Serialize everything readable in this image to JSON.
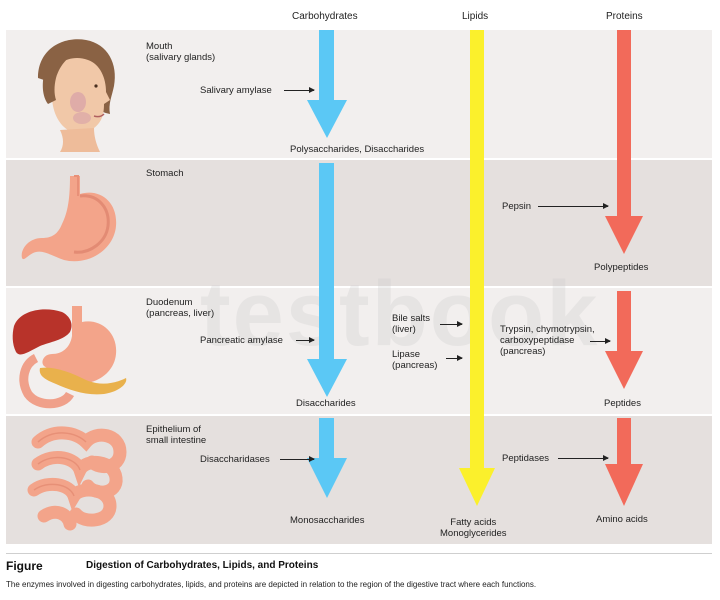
{
  "columns": {
    "carbohydrates": "Carbohydrates",
    "lipids": "Lipids",
    "proteins": "Proteins"
  },
  "watermark": "testbook",
  "rows": {
    "mouth": {
      "region": "Mouth\n(salivary glands)",
      "carb_enzyme": "Salivary amylase",
      "carb_product": "Polysaccharides, Disaccharides"
    },
    "stomach": {
      "region": "Stomach",
      "protein_enzyme": "Pepsin",
      "protein_product": "Polypeptides"
    },
    "duodenum": {
      "region": "Duodenum\n(pancreas, liver)",
      "carb_enzyme": "Pancreatic amylase",
      "lipid_enzyme_1": "Bile salts\n(liver)",
      "lipid_enzyme_2": "Lipase\n(pancreas)",
      "protein_enzyme": "Trypsin, chymotrypsin,\ncarboxypeptidase\n(pancreas)",
      "carb_product": "Disaccharides",
      "protein_product": "Peptides"
    },
    "epithelium": {
      "region": "Epithelium of\nsmall intestine",
      "carb_enzyme": "Disaccharidases",
      "protein_enzyme": "Peptidases",
      "carb_product": "Monosaccharides",
      "lipid_product": "Fatty acids\nMonoglycerides",
      "protein_product": "Amino acids"
    }
  },
  "caption": {
    "label": "Figure",
    "title": "Digestion of Carbohydrates, Lipids, and Proteins",
    "text": "The enzymes involved in digesting carbohydrates, lipids, and proteins are depicted in relation to the region of the digestive tract where each functions."
  },
  "colors": {
    "carbohydrate": "#5bc8f5",
    "lipid": "#fbf02c",
    "protein": "#f26a5a",
    "band": "#f1eeed",
    "band_alt": "#e6e1df"
  }
}
